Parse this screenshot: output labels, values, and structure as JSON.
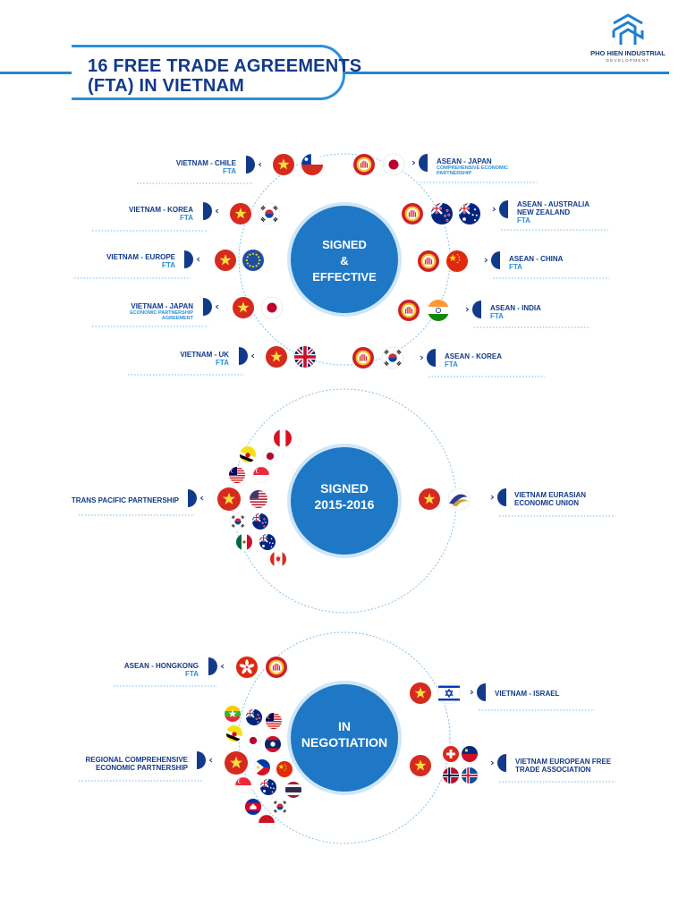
{
  "header": {
    "title_line1": "16 FREE TRADE AGREEMENTS",
    "title_line2": "(FTA) IN VIETNAM",
    "brand_name": "PHO HIEN INDUSTRIAL",
    "brand_sub": "DEVELOPMENT"
  },
  "colors": {
    "navy": "#123a8b",
    "blue": "#2a8fdc",
    "hub": "#1f78c5",
    "vn_red": "#d62a1e",
    "vn_star": "#f9dc3f",
    "asean_red": "#cf1f2a",
    "asean_gold": "#f3c423"
  },
  "sections": {
    "signed": {
      "hub_line1": "SIGNED",
      "hub_line2": "&",
      "hub_line3": "EFFECTIVE",
      "agreements": [
        {
          "name": "VIETNAM - CHILE",
          "sub": "FTA",
          "flags": [
            "vietnam",
            "chile"
          ]
        },
        {
          "name": "VIETNAM - KOREA",
          "sub": "FTA",
          "flags": [
            "vietnam",
            "korea"
          ]
        },
        {
          "name": "VIETNAM - EUROPE",
          "sub": "FTA",
          "flags": [
            "vietnam",
            "eu"
          ]
        },
        {
          "name": "VIETNAM - JAPAN",
          "sub_line1": "ECONOMIC PARTNERSHIP",
          "sub_line2": "AGREEMENT",
          "flags": [
            "vietnam",
            "japan"
          ]
        },
        {
          "name": "VIETNAM - UK",
          "sub": "FTA",
          "flags": [
            "vietnam",
            "uk"
          ]
        },
        {
          "name": "ASEAN - JAPAN",
          "sub_line1": "COMPREHENSIVE ECONOMIC",
          "sub_line2": "PARTNERSHIP",
          "flags": [
            "asean",
            "japan"
          ]
        },
        {
          "name_line1": "ASEAN - AUSTRALIA",
          "name_line2": "NEW ZEALAND",
          "sub": "FTA",
          "flags": [
            "asean",
            "new-zealand",
            "australia"
          ]
        },
        {
          "name": "ASEAN - CHINA",
          "sub": "FTA",
          "flags": [
            "asean",
            "china"
          ]
        },
        {
          "name": "ASEAN - INDIA",
          "sub": "FTA",
          "flags": [
            "asean",
            "india"
          ]
        },
        {
          "name": "ASEAN - KOREA",
          "sub": "FTA",
          "flags": [
            "asean",
            "korea"
          ]
        }
      ]
    },
    "signed2016": {
      "hub_line1": "SIGNED",
      "hub_line2": "2015-2016",
      "agreements": [
        {
          "name": "TRANS PACIFIC PARTNERSHIP",
          "flags": [
            "vietnam",
            "peru",
            "brunei",
            "japan",
            "malaysia",
            "singapore",
            "usa",
            "korea",
            "new-zealand",
            "mexico",
            "australia",
            "canada"
          ]
        },
        {
          "name_line1": "VIETNAM EURASIAN",
          "name_line2": "ECONOMIC UNION",
          "flags": [
            "vietnam",
            "eaeu"
          ]
        }
      ]
    },
    "negotiation": {
      "hub_line1": "IN",
      "hub_line2": "NEGOTIATION",
      "agreements": [
        {
          "name": "ASEAN - HONGKONG",
          "sub": "FTA",
          "flags": [
            "hongkong",
            "asean"
          ]
        },
        {
          "name": "VIETNAM - ISRAEL",
          "flags": [
            "vietnam",
            "israel"
          ]
        },
        {
          "name_line1": "REGIONAL COMPREHENSIVE",
          "name_line2": "ECONOMIC PARTNERSHIP",
          "flags": [
            "vietnam",
            "myanmar",
            "new-zealand",
            "malaysia",
            "brunei",
            "japan",
            "laos",
            "philippines",
            "china",
            "singapore",
            "australia",
            "thailand",
            "cambodia",
            "korea",
            "indonesia"
          ]
        },
        {
          "name_line1": "VIETNAM EUROPEAN FREE",
          "name_line2": "TRADE ASSOCIATION",
          "flags": [
            "vietnam",
            "switzerland",
            "liechtenstein",
            "norway",
            "iceland"
          ]
        }
      ]
    }
  }
}
